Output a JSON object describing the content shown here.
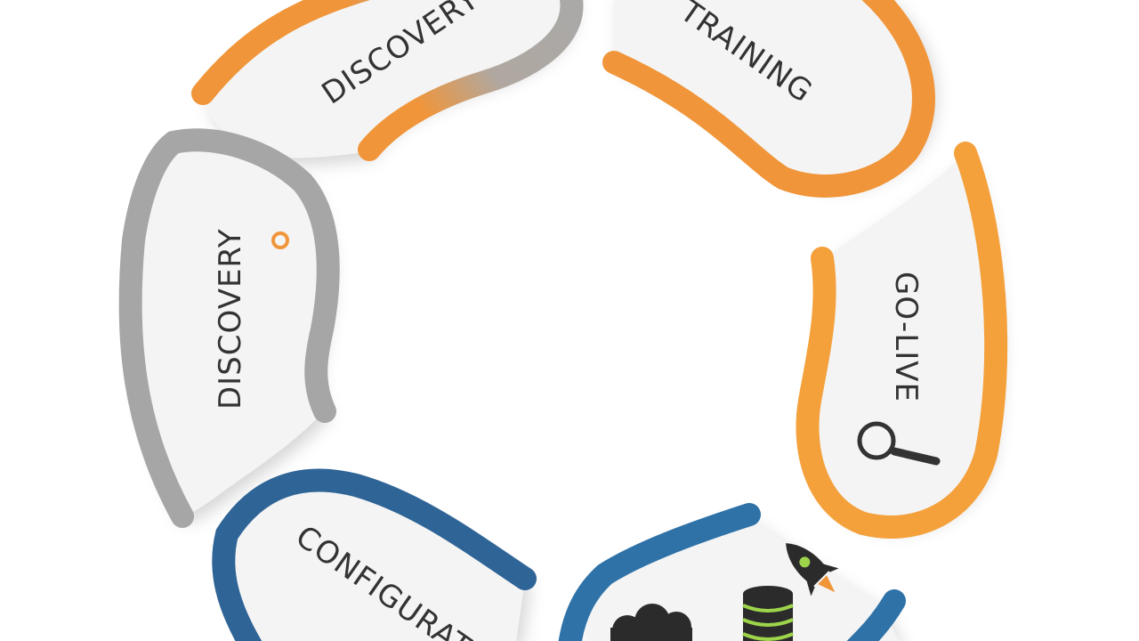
{
  "diagram": {
    "segments": [
      {
        "id": "discovery-top",
        "label": "DISCOVERY",
        "color": "#a9a9a9",
        "accent": "#f0953a"
      },
      {
        "id": "training",
        "label": "TRAINING",
        "color": "#f0953a"
      },
      {
        "id": "go-live",
        "label": "GO-LIVE",
        "color": "#f4a13c"
      },
      {
        "id": "discovery-left",
        "label": "DISCOVERY",
        "color": "#a6a6a6"
      },
      {
        "id": "configuration",
        "label": "CONFIGURATI",
        "color": "#2f6496"
      },
      {
        "id": "bottom-right",
        "label": "",
        "color": "#2f72a8"
      }
    ],
    "icons": [
      "magnifier-icon",
      "rocket-icon",
      "database-icon",
      "cloud-icon",
      "pin-icon"
    ]
  }
}
